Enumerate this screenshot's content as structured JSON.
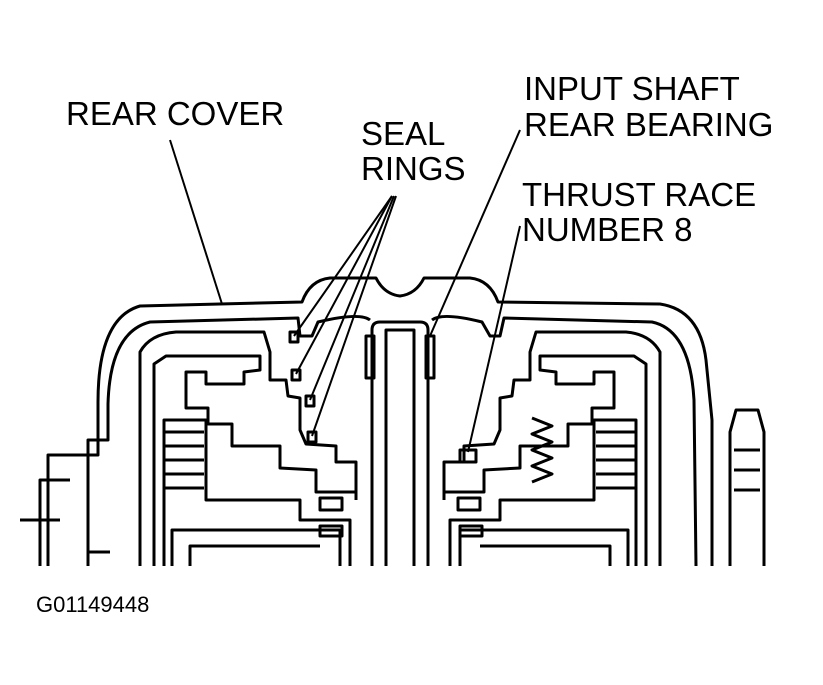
{
  "labels": {
    "rear_cover": "REAR COVER",
    "seal_rings_line1": "SEAL",
    "seal_rings_line2": "RINGS",
    "input_shaft_line1": "INPUT SHAFT",
    "input_shaft_line2": "REAR BEARING",
    "thrust_race_line1": "THRUST RACE",
    "thrust_race_line2": "NUMBER 8"
  },
  "figure_code": "G01149448",
  "colors": {
    "ink": "#000000",
    "paper": "#ffffff"
  }
}
